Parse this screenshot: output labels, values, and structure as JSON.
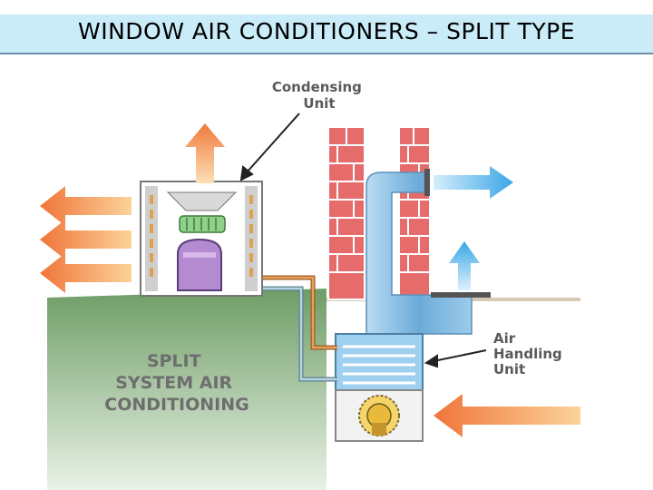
{
  "title": "WINDOW AIR CONDITIONERS – SPLIT TYPE",
  "labels": {
    "condensing_unit": [
      "Condensing",
      "Unit"
    ],
    "air_handling_unit": [
      "Air",
      "Handling",
      "Unit"
    ],
    "split_system": [
      "SPLIT",
      "SYSTEM AIR",
      "CONDITIONING"
    ]
  },
  "colors": {
    "title_bg": "#c9ecf8",
    "hot_arrow": "#f08a3c",
    "cold_arrow": "#4fb0e6",
    "duct": "#7fb8e0",
    "brick": "#e0666a",
    "ground": "#8fba83"
  },
  "icons": [
    "hot-air-arrow-icon",
    "cool-air-arrow-icon",
    "compressor-icon",
    "fan-icon",
    "blower-icon"
  ]
}
